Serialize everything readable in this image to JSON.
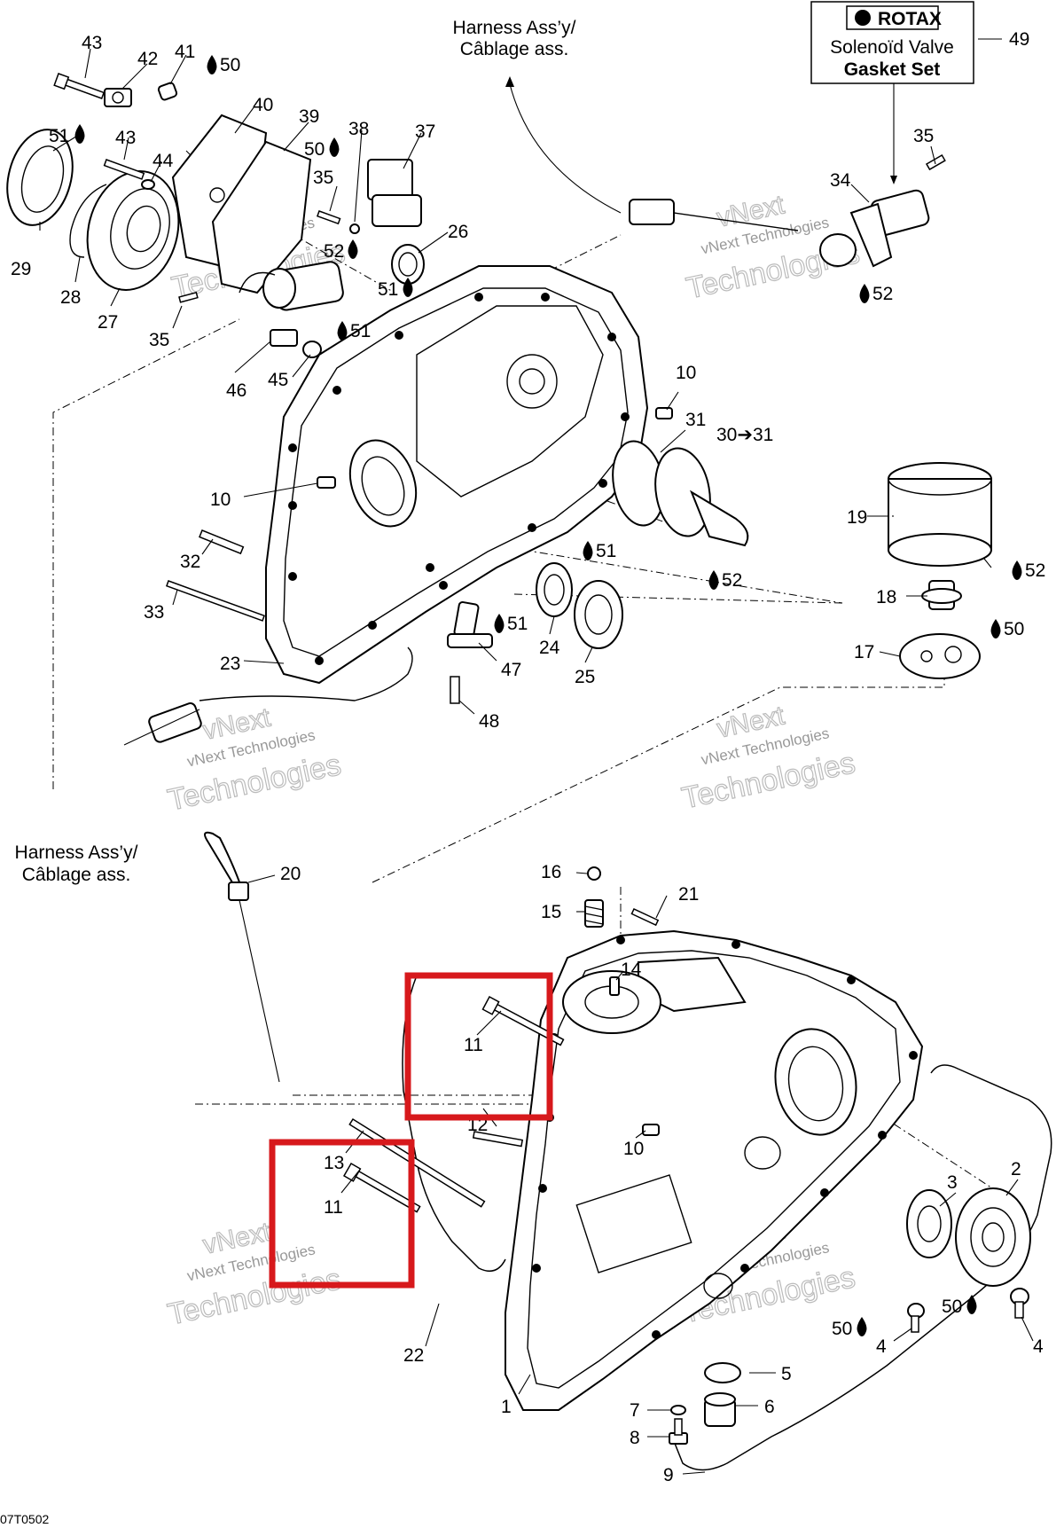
{
  "callouts": {
    "n1": "1",
    "n2": "2",
    "n3": "3",
    "n4a": "4",
    "n4b": "4",
    "n5": "5",
    "n6": "6",
    "n7": "7",
    "n8": "8",
    "n9": "9",
    "n10a": "10",
    "n10b": "10",
    "n10c": "10",
    "n11a": "11",
    "n11b": "11",
    "n12": "12",
    "n13": "13",
    "n14": "14",
    "n15": "15",
    "n16": "16",
    "n17": "17",
    "n18": "18",
    "n19": "19",
    "n20": "20",
    "n21": "21",
    "n22": "22",
    "n23": "23",
    "n24": "24",
    "n25": "25",
    "n26": "26",
    "n27": "27",
    "n28": "28",
    "n29": "29",
    "n30": "30➔31",
    "n31": "31",
    "n32": "32",
    "n33": "33",
    "n34": "34",
    "n35a": "35",
    "n35b": "35",
    "n35c": "35",
    "n37": "37",
    "n38": "38",
    "n39": "39",
    "n40": "40",
    "n41": "41",
    "n42": "42",
    "n43a": "43",
    "n43b": "43",
    "n44": "44",
    "n45": "45",
    "n46": "46",
    "n47": "47",
    "n48": "48",
    "n49": "49"
  },
  "lubricant_marks": {
    "m50a": "50",
    "m50b": "50",
    "m50c": "50",
    "m50d": "50",
    "m50e": "50",
    "m51a": "51",
    "m51b": "51",
    "m51c": "51",
    "m51d": "51",
    "m51e": "51",
    "m52a": "52",
    "m52b": "52",
    "m52c": "52",
    "m52d": "52"
  },
  "harness_top": {
    "line1": "Harness Ass’y/",
    "line2": "Câblage ass."
  },
  "harness_left": {
    "line1": "Harness Ass’y/",
    "line2": "Câblage ass."
  },
  "kit_box": {
    "brand": "ROTAX",
    "line1": "Solenoïd Valve",
    "line2": "Gasket Set"
  },
  "watermark": {
    "line1": "vNext",
    "line2": "Technologies",
    "small": "vNext Technologies"
  },
  "figure_code": "07T0502",
  "highlight_color": "#d7191c"
}
